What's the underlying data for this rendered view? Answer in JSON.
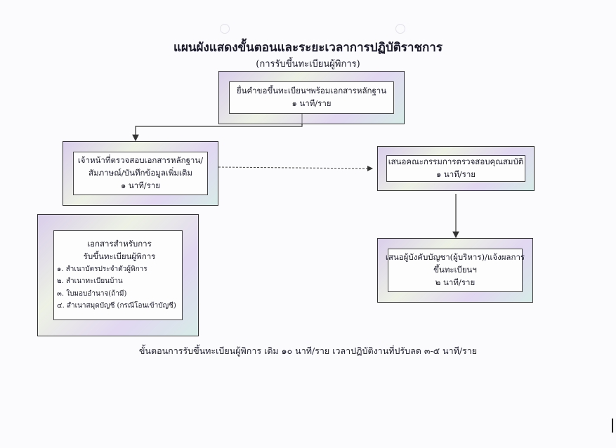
{
  "title": "แผนผังแสดงขั้นตอนและระยะเวลาการปฏิบัติราชการ",
  "subtitle": "(การรับขึ้นทะเบียนผู้พิการ)",
  "steps": {
    "submit": {
      "line1": "ยื่นคำขอขึ้นทะเบียนฯพร้อมเอกสารหลักฐาน",
      "time": "๑ นาที/ราย"
    },
    "verify": {
      "line1": "เจ้าหน้าที่ตรวจสอบเอกสารหลักฐาน/",
      "line2": "สัมภาษณ์/บันทึกข้อมูลเพิ่มเติม",
      "time": "๑ นาที/ราย"
    },
    "committee": {
      "line1": "เสนอคณะกรรมการตรวจสอบคุณสมบัติ",
      "time": "๑ นาที/ราย"
    },
    "approve": {
      "line1": "เสนอผู้บังคับบัญชา(ผู้บริหาร)/แจ้งผลการ",
      "line2": "ขึ้นทะเบียนฯ",
      "time": "๒ นาที/ราย"
    }
  },
  "documents": {
    "heading1": "เอกสารสำหรับการ",
    "heading2": "รับขึ้นทะเบียนผู้พิการ",
    "items": [
      "๑. สำเนาบัตรประจำตัวผู้พิการ",
      "๒. สำเนาทะเบียนบ้าน",
      "๓. ใบมอบอำนาจ(ถ้ามี)",
      "๔. สำเนาสมุดบัญชี (กรณีโอนเข้าบัญชี)"
    ]
  },
  "footer": "ขั้นตอนการรับขึ้นทะเบียนผู้พิการ  เดิม  ๑๐ นาที/ราย  เวลาปฏิบัติงานที่ปรับลด  ๓-๕ นาที/ราย"
}
